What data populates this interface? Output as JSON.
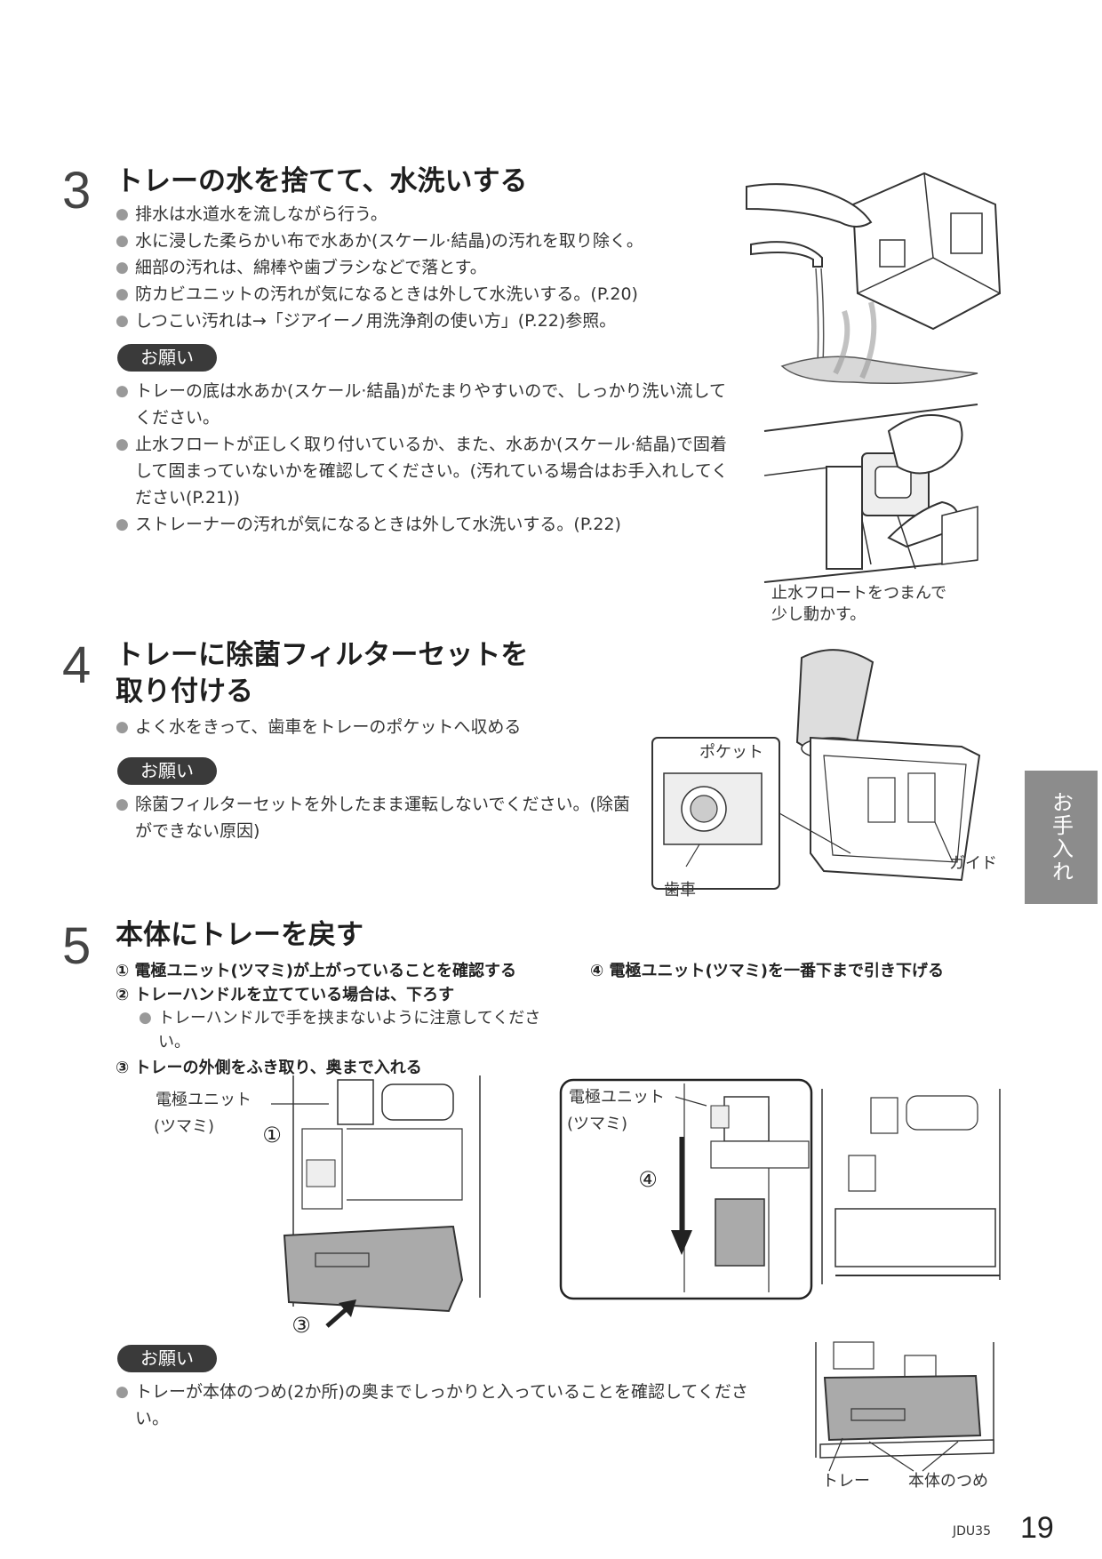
{
  "step3": {
    "number": "3",
    "title": "トレーの水を捨てて、水洗いする",
    "bullets": [
      "排水は水道水を流しながら行う。",
      "水に浸した柔らかい布で水あか(スケール·結晶)の汚れを取り除く。",
      "細部の汚れは、綿棒や歯ブラシなどで落とす。",
      "防カビユニットの汚れが気になるときは外して水洗いする。(P.20)",
      "しつこい汚れは→「ジアイーノ用洗浄剤の使い方」(P.22)参照。"
    ],
    "notice_label": "お願い",
    "notice_items": [
      "トレーの底は水あか(スケール·結晶)がたまりやすいので、しっかり洗い流してください。",
      "止水フロートが正しく取り付いているか、また、水あか(スケール·結晶)で固着して固まっていないかを確認してください。(汚れている場合はお手入れしてください(P.21))",
      "ストレーナーの汚れが気になるときは外して水洗いする。(P.22)"
    ],
    "figure_caption_line1": "止水フロートをつまんで",
    "figure_caption_line2": "少し動かす。"
  },
  "step4": {
    "number": "4",
    "title_line1": "トレーに除菌フィルターセットを",
    "title_line2": "取り付ける",
    "bullets": [
      "よく水をきって、歯車をトレーのポケットへ収める"
    ],
    "notice_label": "お願い",
    "notice_items": [
      "除菌フィルターセットを外したまま運転しないでください。(除菌ができない原因)"
    ],
    "label_pocket": "ポケット",
    "label_gear": "歯車",
    "label_guide": "ガイド"
  },
  "step5": {
    "number": "5",
    "title": "本体にトレーを戻す",
    "sub1": "① 電極ユニット(ツマミ)が上がっていることを確認する",
    "sub4": "④ 電極ユニット(ツマミ)を一番下まで引き下げる",
    "sub2": "② トレーハンドルを立てている場合は、下ろす",
    "sub2_note": "トレーハンドルで手を挟まないように注意してください。",
    "sub3": "③ トレーの外側をふき取り、奥まで入れる",
    "fig_label_unit": "電極ユニット",
    "fig_label_knob": "(ツマミ)",
    "mark1": "①",
    "mark3": "③",
    "mark4": "④",
    "notice_label": "お願い",
    "notice_items": [
      "トレーが本体のつめ(2か所)の奥までしっかりと入っていることを確認してください。"
    ],
    "label_tray": "トレー",
    "label_claw": "本体のつめ"
  },
  "side_tab": "お手入れ",
  "footer": {
    "model": "JDU35",
    "page": "19"
  }
}
